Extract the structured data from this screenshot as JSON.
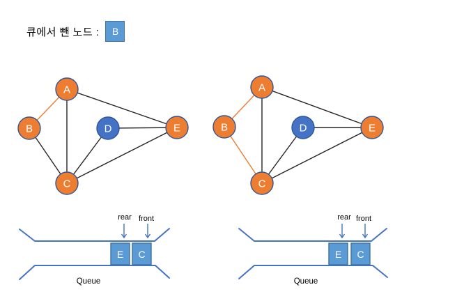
{
  "title": {
    "label": "큐에서 뺀 노드 :",
    "dequeued_node": "B"
  },
  "colors": {
    "node_visited_fill": "#ED7D31",
    "node_unvisited_fill": "#4472C4",
    "node_border": "#2F5597",
    "edge_default": "#262626",
    "edge_highlight": "#ED7D31",
    "queue_outline": "#4472C4",
    "queue_box_fill": "#5B9BD5",
    "queue_box_border": "#41719C"
  },
  "graphs": [
    {
      "id": "graph-left",
      "nodes": [
        {
          "label": "A",
          "fill": "#ED7D31"
        },
        {
          "label": "B",
          "fill": "#ED7D31"
        },
        {
          "label": "D",
          "fill": "#4472C4"
        },
        {
          "label": "E",
          "fill": "#ED7D31"
        },
        {
          "label": "C",
          "fill": "#ED7D31"
        }
      ],
      "edges": [
        {
          "from": "A",
          "to": "B",
          "color": "#ED7D31"
        },
        {
          "from": "A",
          "to": "C",
          "color": "#262626"
        },
        {
          "from": "A",
          "to": "E",
          "color": "#262626"
        },
        {
          "from": "B",
          "to": "C",
          "color": "#262626"
        },
        {
          "from": "C",
          "to": "D",
          "color": "#262626"
        },
        {
          "from": "C",
          "to": "E",
          "color": "#262626"
        },
        {
          "from": "D",
          "to": "E",
          "color": "#262626"
        }
      ]
    },
    {
      "id": "graph-right",
      "nodes": [
        {
          "label": "A",
          "fill": "#ED7D31"
        },
        {
          "label": "B",
          "fill": "#ED7D31"
        },
        {
          "label": "D",
          "fill": "#4472C4"
        },
        {
          "label": "E",
          "fill": "#ED7D31"
        },
        {
          "label": "C",
          "fill": "#ED7D31"
        }
      ],
      "edges": [
        {
          "from": "A",
          "to": "B",
          "color": "#ED7D31"
        },
        {
          "from": "A",
          "to": "C",
          "color": "#262626"
        },
        {
          "from": "A",
          "to": "E",
          "color": "#262626"
        },
        {
          "from": "B",
          "to": "C",
          "color": "#ED7D31"
        },
        {
          "from": "C",
          "to": "D",
          "color": "#262626"
        },
        {
          "from": "C",
          "to": "E",
          "color": "#262626"
        },
        {
          "from": "D",
          "to": "E",
          "color": "#262626"
        }
      ]
    }
  ],
  "queues": [
    {
      "rear_label": "rear",
      "front_label": "front",
      "items": [
        {
          "label": "E"
        },
        {
          "label": "C"
        }
      ],
      "caption": "Queue"
    },
    {
      "rear_label": "rear",
      "front_label": "front",
      "items": [
        {
          "label": "E"
        },
        {
          "label": "C"
        }
      ],
      "caption": "Queue"
    }
  ]
}
